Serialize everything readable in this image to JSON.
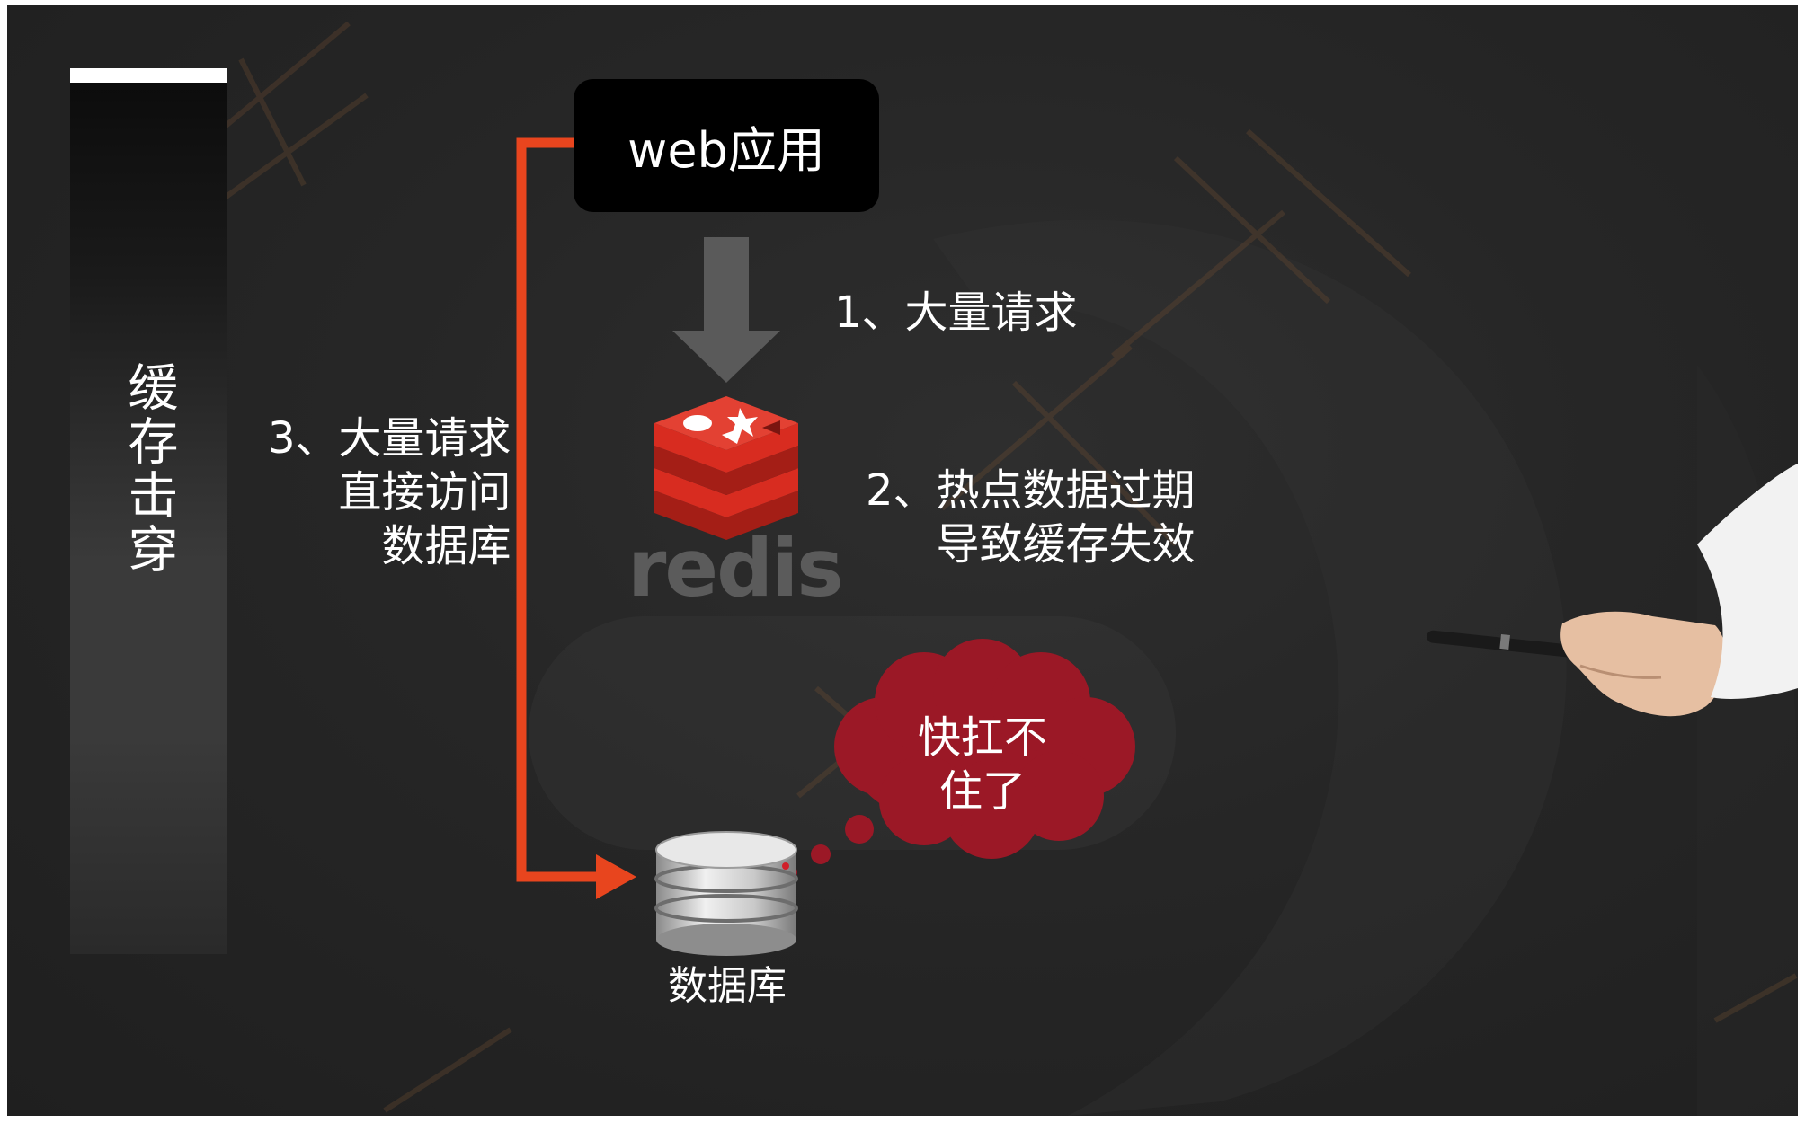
{
  "slide": {
    "title": "缓存击穿",
    "web_app_label": "web应用",
    "step1": "1、大量请求",
    "step2": "2、热点数据过期\n导致缓存失效",
    "step3": "3、大量请求\n直接访问\n数据库",
    "redis_logo_text": "redis",
    "cloud_text": "快扛不\n住了",
    "database_label": "数据库"
  },
  "colors": {
    "background": "#262626",
    "accent_arrow": "#e8451e",
    "cloud": "#9b1826",
    "redis_red": "#d82c20"
  },
  "icons": [
    "redis-logo-icon",
    "database-icon",
    "down-arrow-icon",
    "speech-cloud-icon",
    "presenter-hand-icon"
  ]
}
